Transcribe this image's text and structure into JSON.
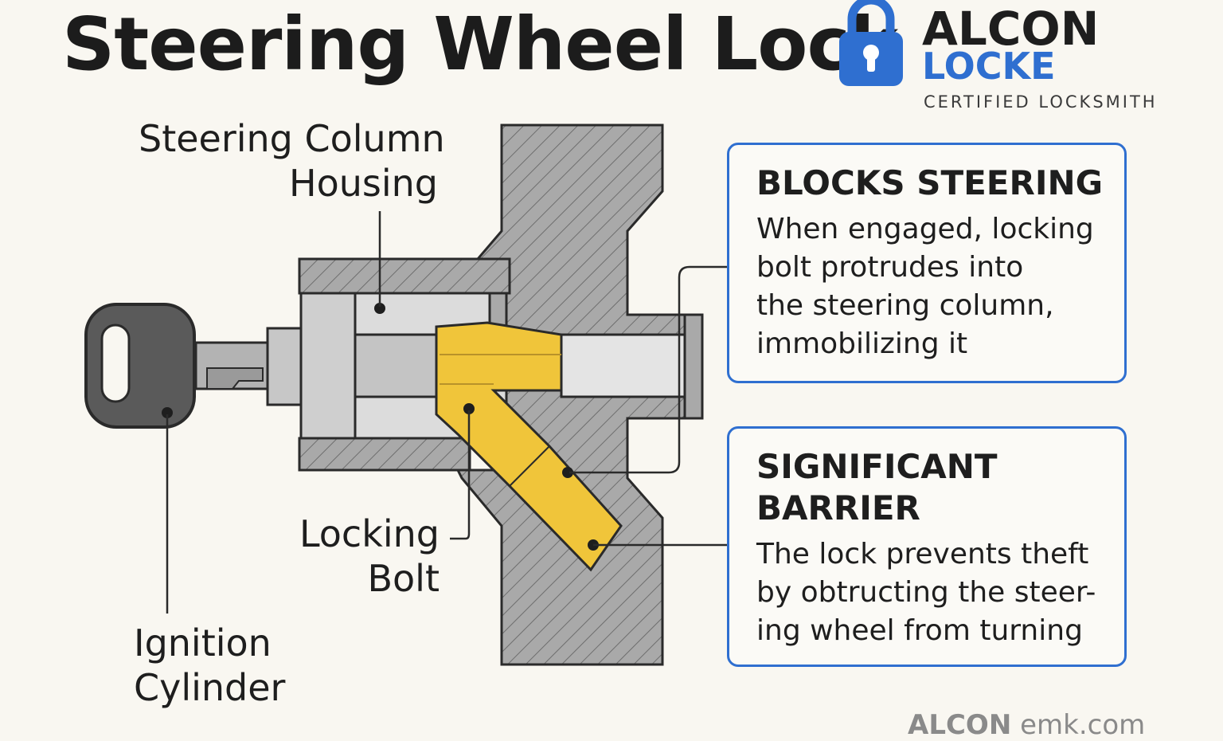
{
  "title": "Steering Wheel Lock",
  "brand": {
    "name_line1": "ALCON",
    "name_line2": "LOCKE",
    "tagline": "CERTIFIED LOCKSMITH",
    "logo_icon": "padlock-icon",
    "accent_color": "#2f6fd0"
  },
  "labels": {
    "housing_line1": "Steering Column",
    "housing_line2": "Housing",
    "bolt_line1": "Locking",
    "bolt_line2": "Bolt",
    "ignition_line1": "Ignition",
    "ignition_line2": "Cylinder"
  },
  "callouts": [
    {
      "heading": "BLOCKS STEERING",
      "body_lines": [
        "When engaged, locking",
        "bolt protrudes into",
        "the steering column,",
        "immobilizing it"
      ]
    },
    {
      "heading_lines": [
        "SIGNIFICANT",
        "BARRIER"
      ],
      "body_lines": [
        "The lock prevents theft",
        "by obtructing the steer-",
        "ing wheel from turning"
      ]
    }
  ],
  "website": {
    "part1": "ALCON",
    "part2": "emk.com"
  },
  "colors": {
    "housing": "#a9a9a9",
    "bolt": "#f0c53a",
    "key": "#5a5a5a",
    "outline": "#2a2a2a"
  }
}
